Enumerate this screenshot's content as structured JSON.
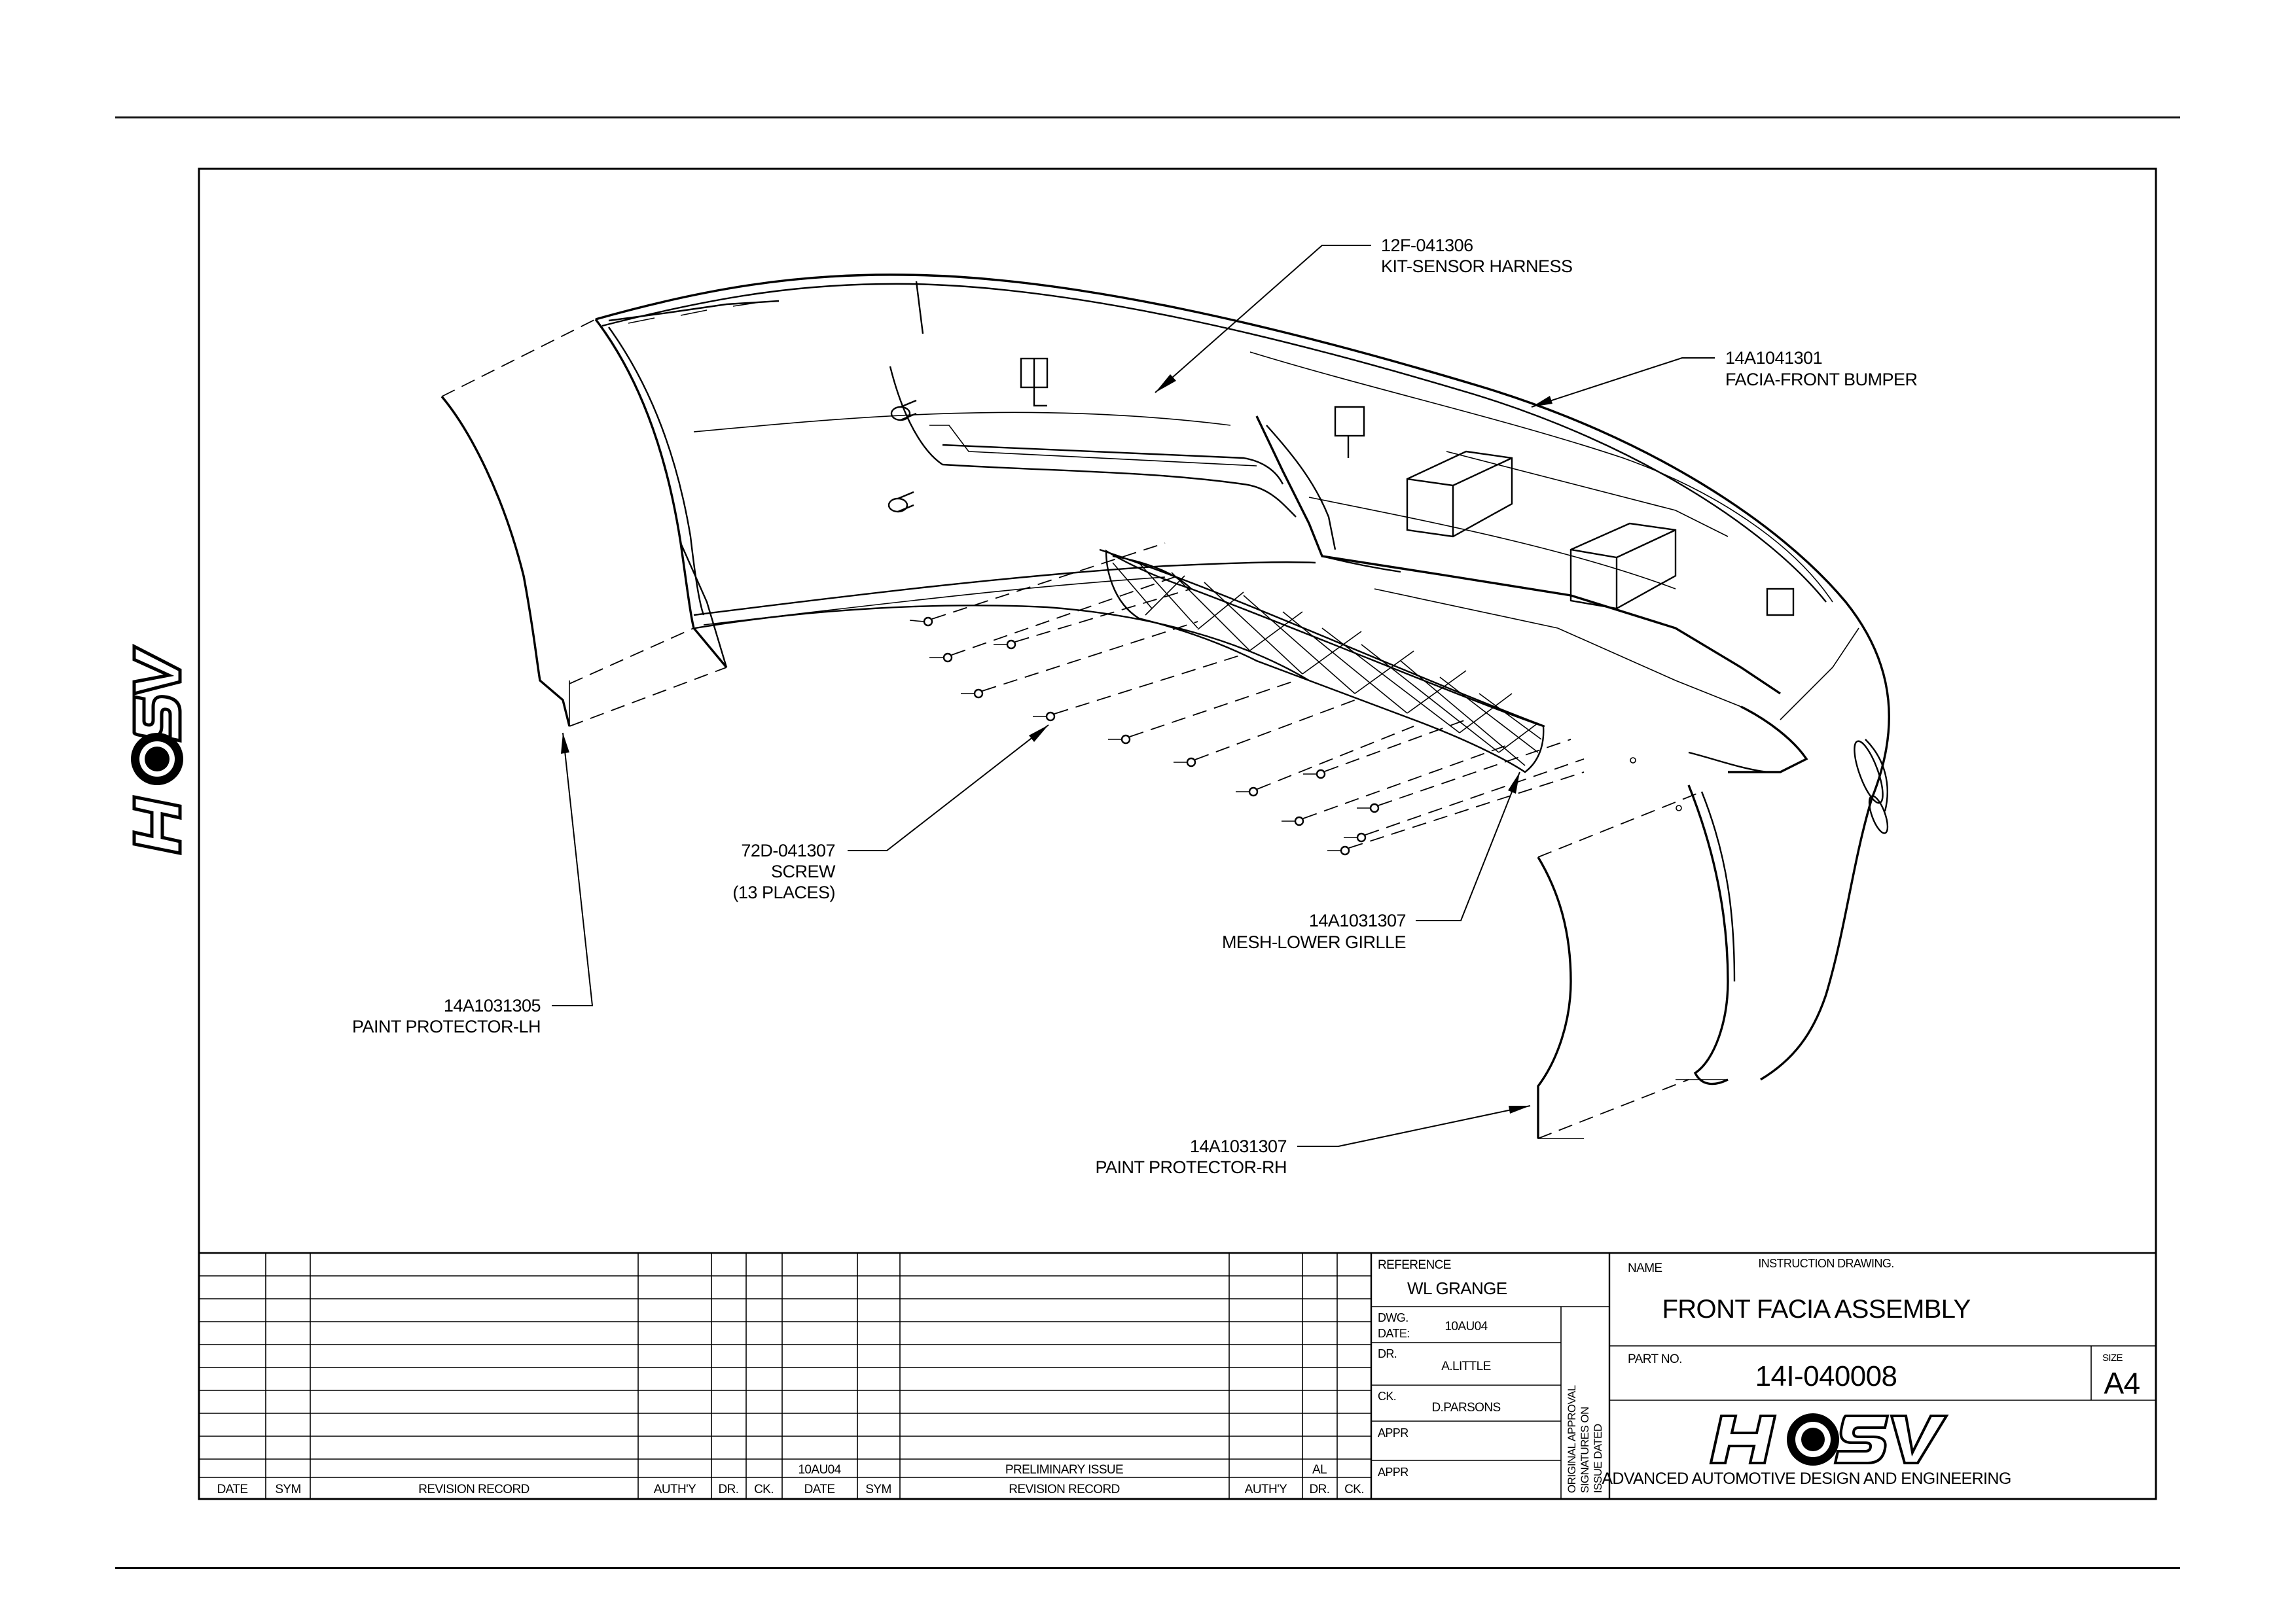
{
  "callouts": {
    "sensor_harness": {
      "part": "12F-041306",
      "name": "KIT-SENSOR HARNESS"
    },
    "front_bumper": {
      "part": "14A1041301",
      "name": "FACIA-FRONT BUMPER"
    },
    "screw": {
      "part": "72D-041307",
      "name": "SCREW",
      "qty": "(13 PLACES)"
    },
    "mesh": {
      "part": "14A1031307",
      "name": "MESH-LOWER GIRLLE"
    },
    "protector_lh": {
      "part": "14A1031305",
      "name": "PAINT PROTECTOR-LH"
    },
    "protector_rh": {
      "part": "14A1031307",
      "name": "PAINT PROTECTOR-RH"
    }
  },
  "title_block": {
    "revision_headers": [
      "DATE",
      "SYM",
      "REVISION RECORD",
      "AUTH'Y",
      "DR.",
      "CK.",
      "DATE",
      "SYM",
      "REVISION RECORD",
      "AUTH'Y",
      "DR.",
      "CK."
    ],
    "revision_entry": {
      "date": "10AU04",
      "record": "PRELIMINARY ISSUE",
      "auth": "AL"
    },
    "reference_label": "REFERENCE",
    "reference_value": "WL GRANGE",
    "dwg_date_label_1": "DWG.",
    "dwg_date_label_2": "DATE:",
    "dwg_date_value": "10AU04",
    "dr_label": "DR.",
    "dr_value": "A.LITTLE",
    "ck_label": "CK.",
    "ck_value": "D.PARSONS",
    "appr_label_1": "APPR",
    "appr_label_2": "APPR",
    "approval_line_1": "ORIGINAL APPROVAL",
    "approval_line_2": "SIGNATURES ON",
    "approval_line_3": "ISSUE DATED",
    "name_label": "NAME",
    "drawing_type": "INSTRUCTION DRAWING.",
    "drawing_title": "FRONT FACIA ASSEMBLY",
    "part_no_label": "PART NO.",
    "part_no": "14I-040008",
    "size_label": "SIZE",
    "size_value": "A4",
    "company": "ADVANCED AUTOMOTIVE DESIGN AND ENGINEERING"
  }
}
